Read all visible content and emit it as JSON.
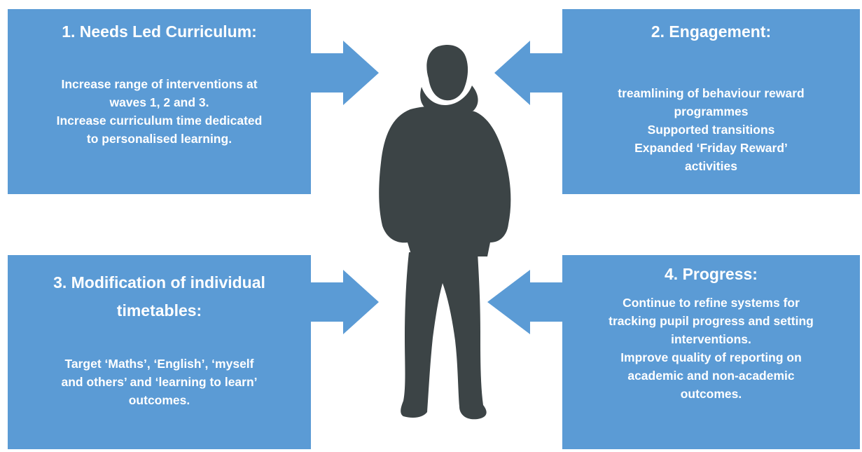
{
  "colors": {
    "box_fill": "#5b9bd5",
    "arrow_fill": "#5b9bd5",
    "text": "#ffffff",
    "silhouette": "#3c4446"
  },
  "boxes": {
    "needs": {
      "title": "1. Needs Led Curriculum:",
      "lines": [
        "Increase range of interventions at",
        "waves 1, 2 and 3.",
        "Increase curriculum time dedicated",
        "to personalised learning."
      ]
    },
    "engagement": {
      "title": "2. Engagement:",
      "lines": [
        "treamlining of behaviour reward",
        "programmes",
        "Supported transitions",
        "Expanded ‘Friday Reward’",
        "activities"
      ]
    },
    "modification": {
      "title_lines": [
        "3. Modification of individual",
        "timetables:"
      ],
      "lines": [
        "Target ‘Maths’, ‘English’, ‘myself",
        "and others’ and ‘learning to learn’",
        "outcomes."
      ]
    },
    "progress": {
      "title": "4. Progress:",
      "lines": [
        "Continue to refine systems for",
        "tracking pupil progress and setting",
        "interventions.",
        "Improve quality of reporting on",
        "academic and non-academic",
        "outcomes."
      ]
    }
  },
  "figure": {
    "icon": "person-silhouette-icon"
  },
  "arrows": {
    "icon": "arrow-icon"
  }
}
